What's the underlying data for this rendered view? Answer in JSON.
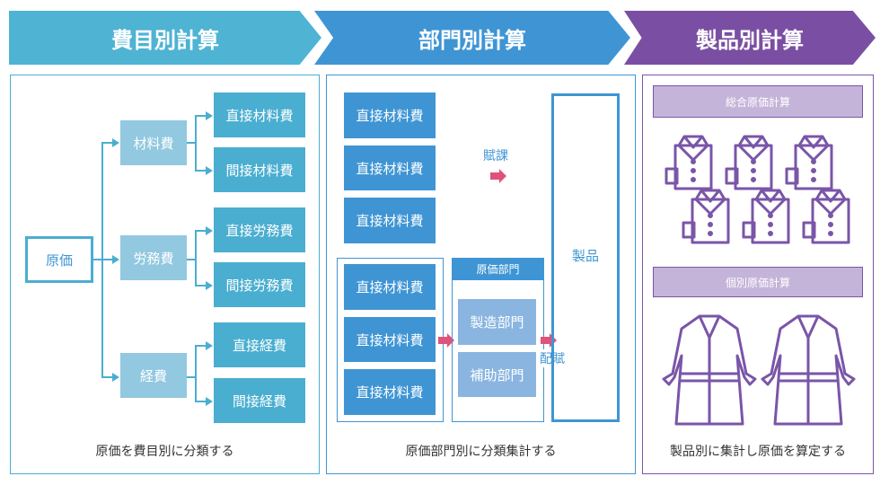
{
  "headers": [
    "費目別計算",
    "部門別計算",
    "製品別計算"
  ],
  "left": {
    "root": "原価",
    "mid": [
      "材料費",
      "労務費",
      "経費"
    ],
    "leaves": [
      "直接材料費",
      "間接材料費",
      "直接労務費",
      "間接労務費",
      "直接経費",
      "間接経費"
    ],
    "caption": "原価を費目別に分類する"
  },
  "center": {
    "items": [
      "直接材料費",
      "直接材料費",
      "直接材料費",
      "直接材料費",
      "直接材料費",
      "直接材料費"
    ],
    "direct_label": "賦課",
    "dept_title": "原価部門",
    "depts": [
      "製造部門",
      "補助部門"
    ],
    "alloc_label": "配賦",
    "product": "製品",
    "caption": "原価部門別に分類集計する"
  },
  "right": {
    "process_label": "総合原価計算",
    "job_label": "個別原価計算",
    "caption": "製品別に集計し原価を算定する"
  },
  "colors": {
    "teal": "#4aaed0",
    "blue": "#3f95d4",
    "purple": "#7a55a8",
    "pink": "#e0527a"
  }
}
